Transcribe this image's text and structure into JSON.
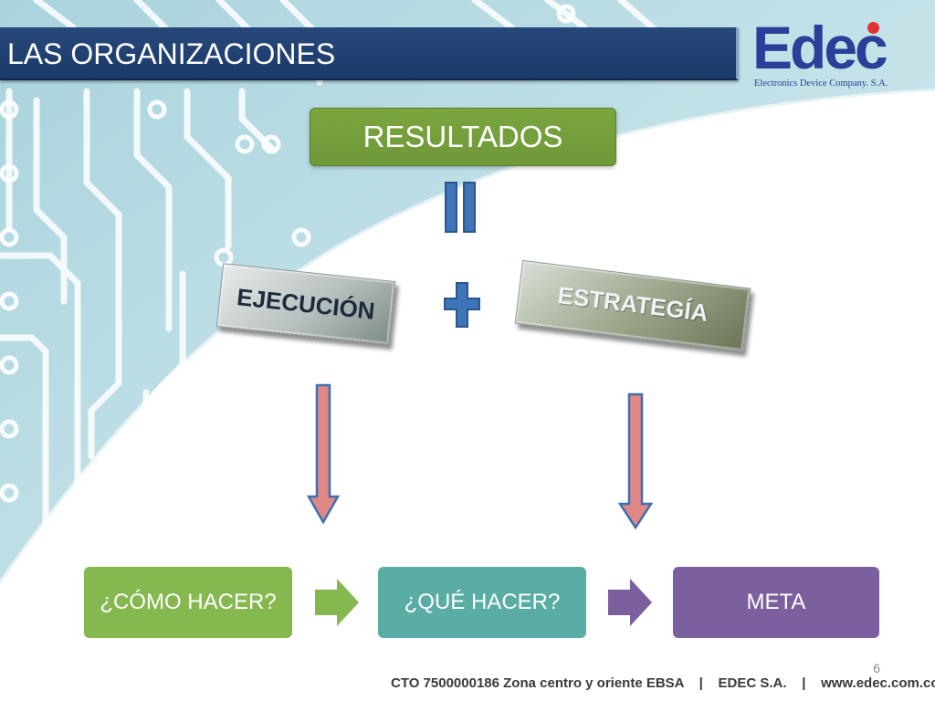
{
  "slide": {
    "title": "LAS ORGANIZACIONES",
    "page_number": "6"
  },
  "logo": {
    "word": "Edec",
    "tagline": "Electronics Device Company. S.A."
  },
  "diagram": {
    "top_box": "RESULTADOS",
    "left_label": "EJECUCIÓN",
    "right_label": "ESTRATEGÍA",
    "steps": [
      "¿CÓMO HACER?",
      "¿QUÉ HACER?",
      "META"
    ]
  },
  "footer": {
    "cto": "CTO 7500000186 Zona centro y oriente EBSA",
    "separator": "|",
    "company": "EDEC S.A.",
    "website": "www.edec.com.co"
  },
  "colors": {
    "title_bar": "#1b3a6a",
    "resultados": "#77a03c",
    "step_como": "#85b84f",
    "step_que": "#59ada4",
    "step_meta": "#7c5f9f",
    "brand_blue": "#2a3f98",
    "equals_plus": "#3f74b8",
    "down_arrow_fill": "#e08787"
  },
  "icons": [
    "equals-icon",
    "plus-icon",
    "arrow-down-icon",
    "arrow-right-icon"
  ]
}
